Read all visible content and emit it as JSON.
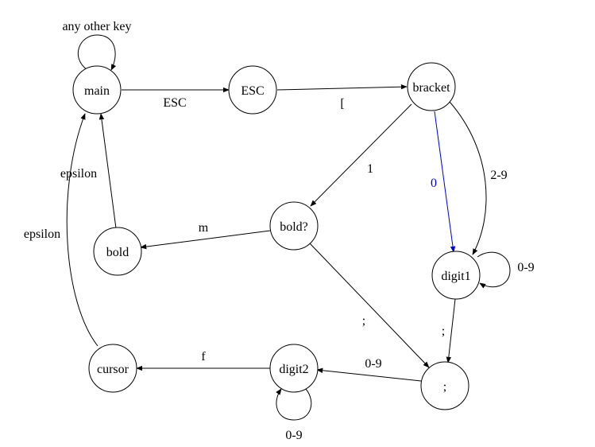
{
  "diagram": {
    "type": "state-machine",
    "nodes": [
      {
        "id": "main",
        "label": "main"
      },
      {
        "id": "esc",
        "label": "ESC"
      },
      {
        "id": "bracket",
        "label": "bracket"
      },
      {
        "id": "bold_q",
        "label": "bold?"
      },
      {
        "id": "bold",
        "label": "bold"
      },
      {
        "id": "digit1",
        "label": "digit1"
      },
      {
        "id": "semi",
        "label": ";"
      },
      {
        "id": "digit2",
        "label": "digit2"
      },
      {
        "id": "cursor",
        "label": "cursor"
      }
    ],
    "edges": [
      {
        "id": "main-loop",
        "from": "main",
        "to": "main",
        "label": "any other key",
        "color": "#000000"
      },
      {
        "id": "main-esc",
        "from": "main",
        "to": "esc",
        "label": "ESC",
        "color": "#000000"
      },
      {
        "id": "esc-bracket",
        "from": "esc",
        "to": "bracket",
        "label": "[",
        "color": "#000000"
      },
      {
        "id": "bracket-boldq",
        "from": "bracket",
        "to": "bold_q",
        "label": "1",
        "color": "#000000"
      },
      {
        "id": "bracket-digit1-0",
        "from": "bracket",
        "to": "digit1",
        "label": "0",
        "color": "#0000cc"
      },
      {
        "id": "bracket-digit1-29",
        "from": "bracket",
        "to": "digit1",
        "label": "2-9",
        "color": "#000000"
      },
      {
        "id": "digit1-loop",
        "from": "digit1",
        "to": "digit1",
        "label": "0-9",
        "color": "#000000"
      },
      {
        "id": "boldq-bold",
        "from": "bold_q",
        "to": "bold",
        "label": "m",
        "color": "#000000"
      },
      {
        "id": "bold-main",
        "from": "bold",
        "to": "main",
        "label": "epsilon",
        "color": "#000000"
      },
      {
        "id": "boldq-semi",
        "from": "bold_q",
        "to": "semi",
        "label": ";",
        "color": "#000000"
      },
      {
        "id": "digit1-semi",
        "from": "digit1",
        "to": "semi",
        "label": ";",
        "color": "#000000"
      },
      {
        "id": "semi-digit2",
        "from": "semi",
        "to": "digit2",
        "label": "0-9",
        "color": "#000000"
      },
      {
        "id": "digit2-loop",
        "from": "digit2",
        "to": "digit2",
        "label": "0-9",
        "color": "#000000"
      },
      {
        "id": "digit2-cursor",
        "from": "digit2",
        "to": "cursor",
        "label": "f",
        "color": "#000000"
      },
      {
        "id": "cursor-main",
        "from": "cursor",
        "to": "main",
        "label": "epsilon",
        "color": "#000000"
      }
    ]
  }
}
